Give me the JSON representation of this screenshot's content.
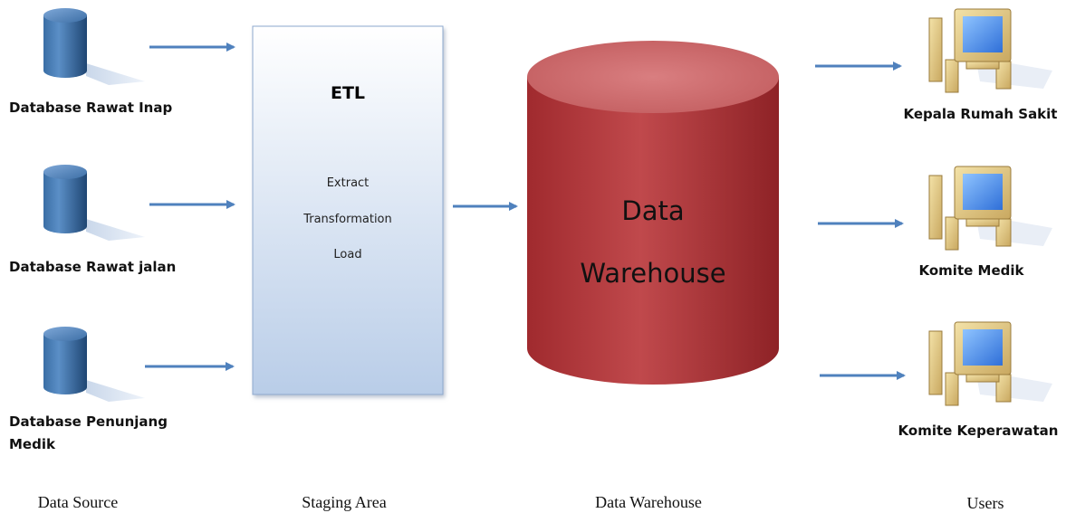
{
  "sources": [
    {
      "label_lines": [
        "Database Rawat Inap"
      ]
    },
    {
      "label_lines": [
        "Database Rawat jalan"
      ]
    },
    {
      "label_lines": [
        "Database Penunjang",
        "Medik"
      ]
    }
  ],
  "staging": {
    "title": "ETL",
    "steps": [
      "Extract",
      "Transformation",
      "Load"
    ]
  },
  "warehouse": {
    "label_lines": [
      "Data",
      "Warehouse"
    ]
  },
  "users": [
    {
      "label": "Kepala Rumah Sakit"
    },
    {
      "label": "Komite Medik"
    },
    {
      "label": "Komite Keperawatan"
    }
  ],
  "captions": {
    "source": "Data Source",
    "staging": "Staging Area",
    "warehouse": "Data Warehouse",
    "users": "Users"
  },
  "colors": {
    "arrow": "#4F81BD",
    "database_blue": "#2E5C8F",
    "warehouse_red": "#B83B3E",
    "staging_fill": "#DCE6F2"
  }
}
